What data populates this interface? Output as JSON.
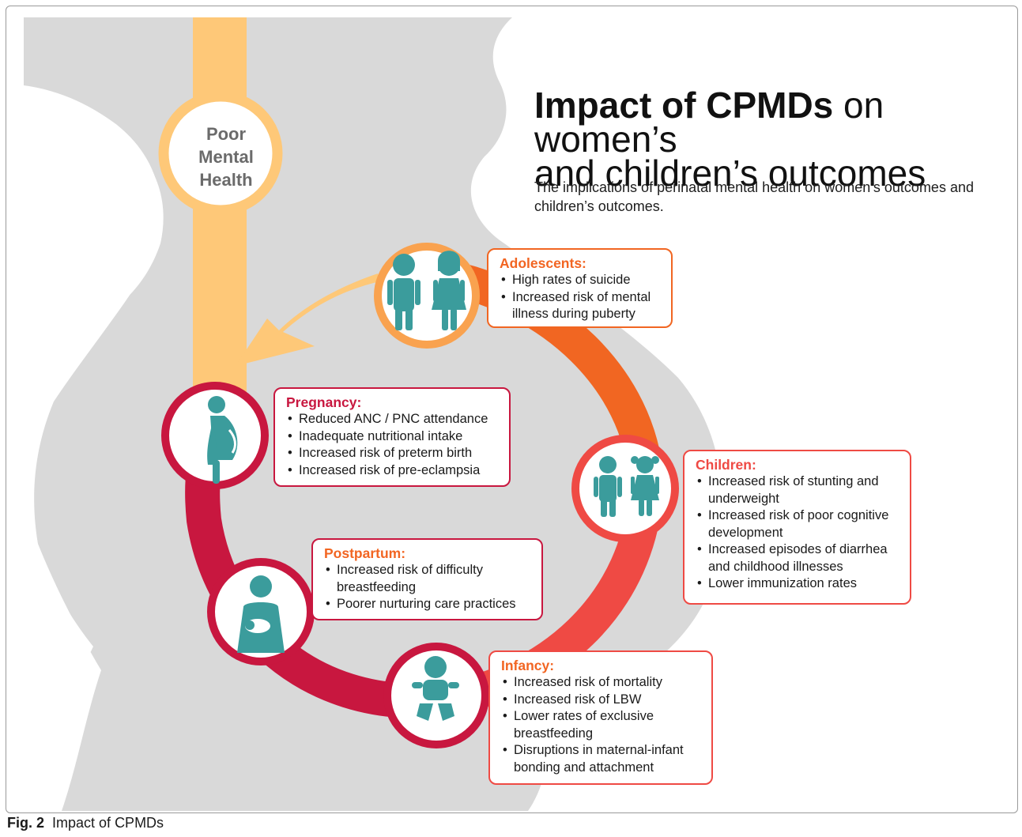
{
  "title": {
    "bold_part": "Impact of CPMDs",
    "rest_line1": " on women’s",
    "line2": "and children’s outcomes"
  },
  "subtitle": "The implications of perinatal mental health on women’s outcomes and children’s outcomes.",
  "pillar_label": [
    "Poor",
    "Mental",
    "Health"
  ],
  "colors": {
    "silhouette": "#d9d9d9",
    "pillar": "#fec878",
    "cycle_red": "#c8173f",
    "cycle_orange": "#f16622",
    "cycle_light_red": "#ef4a44",
    "icon_teal": "#3b9c9c",
    "heading_orange": "#f26522",
    "heading_crimson": "#c8173f"
  },
  "stages": {
    "adolescents": {
      "heading": "Adolescents:",
      "items": [
        "High rates of suicide",
        "Increased risk of mental illness during puberty"
      ],
      "icon": "adolescents-icon"
    },
    "pregnancy": {
      "heading": "Pregnancy:",
      "items": [
        "Reduced ANC / PNC attendance",
        "Inadequate nutritional intake",
        "Increased risk of preterm birth",
        "Increased risk of pre-eclampsia"
      ],
      "icon": "pregnant-woman-icon"
    },
    "children": {
      "heading": "Children:",
      "items": [
        "Increased risk of stunting and underweight",
        "Increased risk of poor cognitive development",
        "Increased episodes of diarrhea and childhood illnesses",
        "Lower immunization rates"
      ],
      "icon": "children-icon"
    },
    "postpartum": {
      "heading": "Postpartum:",
      "items": [
        "Increased risk of difficulty breastfeeding",
        "Poorer nurturing care practices"
      ],
      "icon": "mother-with-baby-icon"
    },
    "infancy": {
      "heading": "Infancy:",
      "items": [
        "Increased risk of mortality",
        "Increased risk of LBW",
        "Lower rates of exclusive breastfeeding",
        "Disruptions in maternal-infant bonding and attachment"
      ],
      "icon": "baby-icon"
    }
  },
  "caption": {
    "label": "Fig. 2",
    "text": "Impact of CPMDs"
  }
}
